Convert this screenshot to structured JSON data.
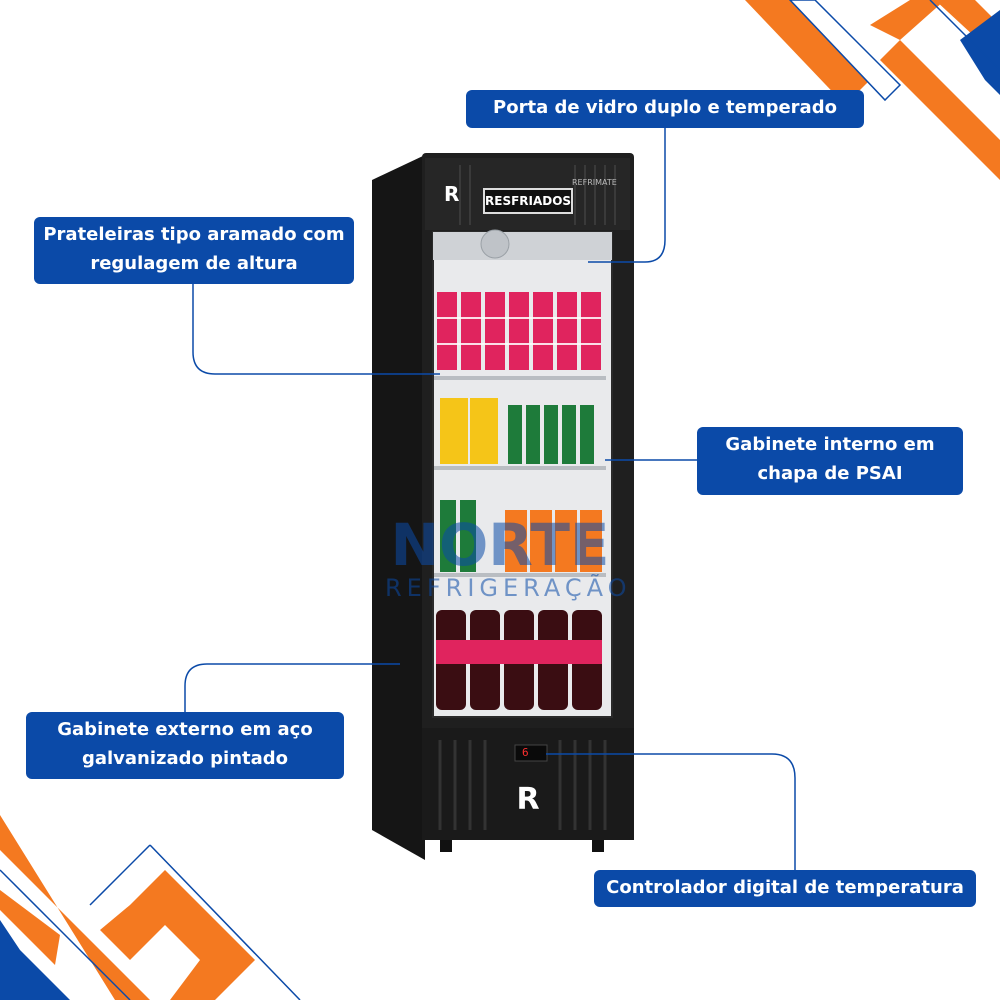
{
  "colors": {
    "label_bg": "#0b4aa8",
    "callout_line": "#0b4aa8",
    "accent_orange": "#f47920",
    "accent_blue": "#0b4aa8",
    "fridge_body": "#1c1c1c",
    "can_red": "#e0245e"
  },
  "labels": {
    "door": [
      "Porta de vidro duplo e  temperado"
    ],
    "shelves": [
      "Prateleiras tipo aramado com",
      "regulagem de altura"
    ],
    "inner_cabinet": [
      "Gabinete interno em",
      "chapa de PSAI"
    ],
    "outer_cabinet": [
      "Gabinete externo em aço",
      "galvanizado pintado"
    ],
    "controller": [
      "Controlador digital de temperatura"
    ]
  },
  "fridge": {
    "brand_logo": "R",
    "sign": "RESFRIADOS",
    "maker": "REFRIMATE",
    "display": "6"
  },
  "watermark": {
    "line1": "NORTE",
    "line2": "REFRIGERAÇÃO"
  }
}
